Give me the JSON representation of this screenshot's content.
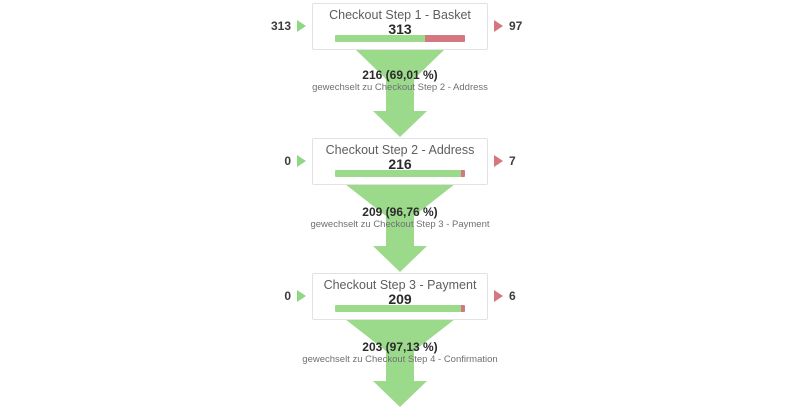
{
  "colors": {
    "green": "#9bd98b",
    "green_marker": "#8ed785",
    "red": "#d4777e",
    "box_border": "#e2e2e2",
    "title_text": "#5e5e5e",
    "value_text": "#2b2b2b",
    "sub_text": "#707070",
    "background": "#ffffff"
  },
  "chart_data": {
    "type": "funnel",
    "title": "",
    "steps": [
      {
        "label": "Checkout Step 1 - Basket",
        "value": "313",
        "entries": "313",
        "exits": "97",
        "progress_percent": 69.01,
        "value_number": 313
      },
      {
        "label": "Checkout Step 2 - Address",
        "value": "216",
        "entries": "0",
        "exits": "7",
        "progress_percent": 96.76,
        "value_number": 216
      },
      {
        "label": "Checkout Step 3 - Payment",
        "value": "209",
        "entries": "0",
        "exits": "6",
        "progress_percent": 97.13,
        "value_number": 209
      }
    ],
    "transitions": [
      {
        "main": "216 (69,01 %)",
        "sub": "gewechselt zu Checkout Step 2 - Address",
        "value": 216,
        "percent": 69.01
      },
      {
        "main": "209 (96,76 %)",
        "sub": "gewechselt zu Checkout Step 3 - Payment",
        "value": 209,
        "percent": 96.76
      },
      {
        "main": "203 (97,13 %)",
        "sub": "gewechselt zu Checkout Step 4 - Confirmation",
        "value": 203,
        "percent": 97.13
      }
    ]
  },
  "steps": [
    {
      "label": "Checkout Step 1 - Basket",
      "value": "313",
      "entries": "313",
      "exits": "97"
    },
    {
      "label": "Checkout Step 2 - Address",
      "value": "216",
      "entries": "0",
      "exits": "7"
    },
    {
      "label": "Checkout Step 3 - Payment",
      "value": "209",
      "entries": "0",
      "exits": "6"
    }
  ],
  "transitions": [
    {
      "main": "216 (69,01 %)",
      "sub": "gewechselt zu Checkout Step 2 - Address"
    },
    {
      "main": "209 (96,76 %)",
      "sub": "gewechselt zu Checkout Step 3 - Payment"
    },
    {
      "main": "203 (97,13 %)",
      "sub": "gewechselt zu Checkout Step 4 - Confirmation"
    }
  ]
}
